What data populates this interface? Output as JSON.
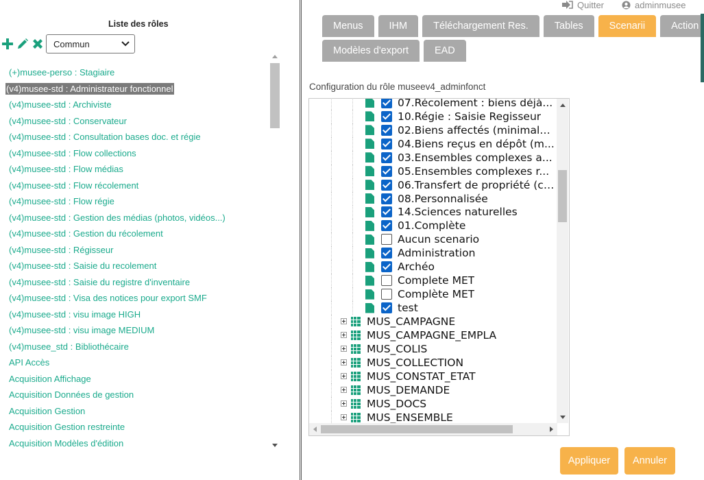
{
  "topbar": {
    "quit_label": "Quitter",
    "user_label": "adminmusee"
  },
  "left": {
    "title": "Liste des rôles",
    "select_value": "Commun",
    "roles": [
      "(+)musee-perso : Stagiaire",
      "(v4)musee-std : Administrateur fonctionnel",
      "(v4)musee-std : Archiviste",
      "(v4)musee-std : Conservateur",
      "(v4)musee-std : Consultation bases doc. et régie",
      "(v4)musee-std : Flow collections",
      "(v4)musee-std : Flow médias",
      "(v4)musee-std : Flow récolement",
      "(v4)musee-std : Flow régie",
      "(v4)musee-std : Gestion des médias (photos, vidéos...)",
      "(v4)musee-std : Gestion du récolement",
      "(v4)musee-std : Régisseur",
      "(v4)musee-std : Saisie du recolement",
      "(v4)musee-std : Saisie du registre d'inventaire",
      "(v4)musee-std : Visa des notices pour export SMF",
      "(v4)musee-std : visu image HIGH",
      "(v4)musee-std : visu image MEDIUM",
      "(v4)musee_std : Bibliothécaire",
      "API Accès",
      "Acquisition Affichage",
      "Acquisition Données de gestion",
      "Acquisition Gestion",
      "Acquisition Gestion restreinte",
      "Acquisition Modèles d'édition"
    ],
    "selected_index": 1
  },
  "tabs_row1": [
    {
      "label": "Menus",
      "active": false
    },
    {
      "label": "IHM",
      "active": false
    },
    {
      "label": "Téléchargement Res.",
      "active": false
    },
    {
      "label": "Tables",
      "active": false
    },
    {
      "label": "Scenarii",
      "active": true
    },
    {
      "label": "Action",
      "active": false
    }
  ],
  "tabs_row2": [
    {
      "label": "Modèles d'export",
      "active": false
    },
    {
      "label": "EAD",
      "active": false
    }
  ],
  "config_label": "Configuration du rôle museev4_adminfonct",
  "tree": {
    "leaves": [
      {
        "label": "07.Récolement : biens déjà...",
        "checked": true
      },
      {
        "label": "10.Régie : Saisie Regisseur",
        "checked": true
      },
      {
        "label": "02.Biens affectés (minimale...",
        "checked": true
      },
      {
        "label": "04.Biens reçus en dépôt (m...",
        "checked": true
      },
      {
        "label": "03.Ensembles complexes a...",
        "checked": true
      },
      {
        "label": "05.Ensembles complexes r...",
        "checked": true
      },
      {
        "label": "06.Transfert de propriété (cf...",
        "checked": true
      },
      {
        "label": "08.Personnalisée",
        "checked": true
      },
      {
        "label": "14.Sciences naturelles",
        "checked": true
      },
      {
        "label": "01.Complète",
        "checked": true
      },
      {
        "label": "Aucun scenario",
        "checked": false
      },
      {
        "label": "Administration",
        "checked": true
      },
      {
        "label": "Archéo",
        "checked": true
      },
      {
        "label": "Complete MET",
        "checked": false
      },
      {
        "label": "Complète MET",
        "checked": false
      },
      {
        "label": "test",
        "checked": true
      }
    ],
    "tables": [
      "MUS_CAMPAGNE",
      "MUS_CAMPAGNE_EMPLA",
      "MUS_COLIS",
      "MUS_COLLECTION",
      "MUS_CONSTAT_ETAT",
      "MUS_DEMANDE",
      "MUS_DOCS",
      "MUS_ENSEMBLE"
    ]
  },
  "buttons": {
    "apply": "Appliquer",
    "cancel": "Annuler"
  },
  "colors": {
    "accent": "#f7b24a",
    "tab_inactive": "#a9a9a9",
    "link": "#1aaa8c",
    "tree_icon": "#1aa07c",
    "checkbox": "#0b64c8"
  }
}
